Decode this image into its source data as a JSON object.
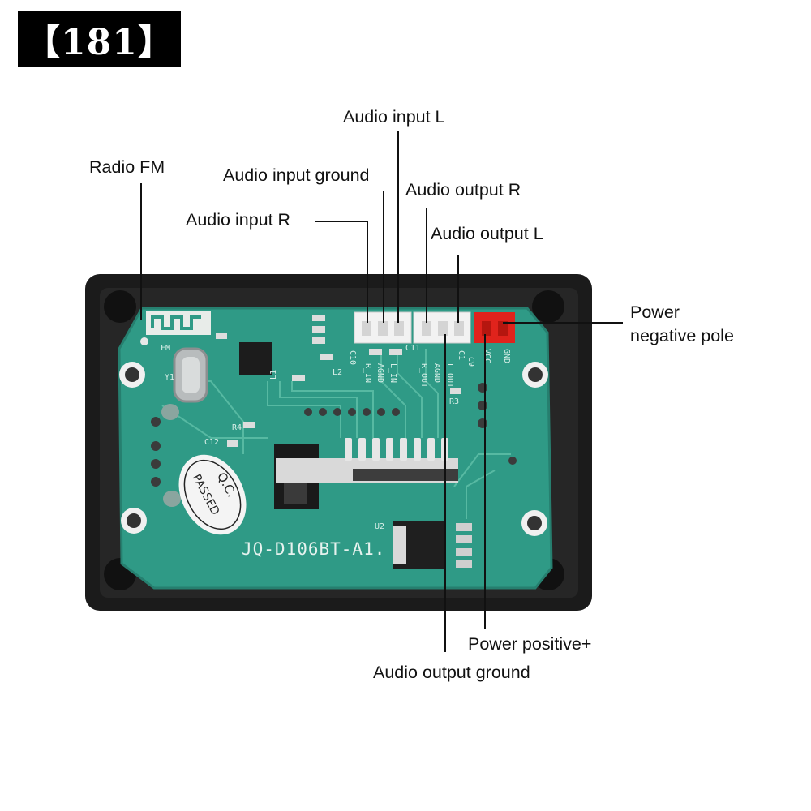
{
  "badge": {
    "text": "【181】"
  },
  "labels": {
    "radio_fm": "Radio FM",
    "audio_input_l": "Audio input L",
    "audio_input_ground": "Audio input ground",
    "audio_input_r": "Audio input R",
    "audio_output_r": "Audio output R",
    "audio_output_l": "Audio output L",
    "power_negative_line1": "Power",
    "power_negative_line2": "negative pole",
    "power_positive": "Power positive+",
    "audio_output_ground": "Audio output ground"
  },
  "board": {
    "model": "JQ-D106BT-A1.",
    "qc_line1": "Q.C.",
    "qc_line2": "PASSED",
    "silk_left": [
      "C10",
      "R_IN",
      "AGND",
      "L_IN",
      "C11"
    ],
    "silk_right": [
      "R_OUT",
      "AGND",
      "L_OUT",
      "C1",
      "C9"
    ],
    "silk_power": [
      "VCC",
      "GND"
    ],
    "silk_misc": [
      "FM",
      "Y1",
      "U2",
      "R3",
      "C12",
      "R4",
      "L2",
      "L1"
    ]
  },
  "colors": {
    "pcb": "#2f9a86",
    "frame": "#1b1b1b",
    "connector_white": "#f2f2f2",
    "connector_red": "#e0231c",
    "badge_bg": "#000000"
  }
}
